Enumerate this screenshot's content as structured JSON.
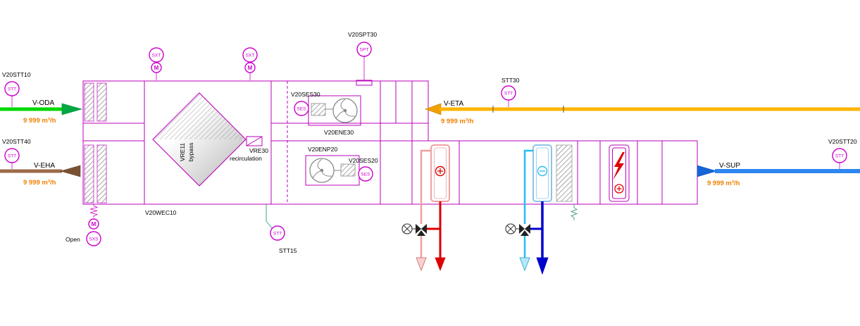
{
  "colors": {
    "magenta": "#BB00BB",
    "green_line": "#00D800",
    "green_arrow": "#00A844",
    "brown_line": "#9C6B49",
    "brown_arrow": "#7A5233",
    "orange_line": "#FFB400",
    "orange_arrow": "#F0A000",
    "orange_text": "#F08000",
    "blue_line": "#2E86F0",
    "blue_arrow": "#1565D8",
    "red": "#DD0000",
    "pink": "#F0A0A0",
    "coil_pink": "#F0A0A0",
    "coil_blue": "#8FC4E6",
    "cyan": "#28BEF0",
    "navy": "#0000CC"
  },
  "streams": {
    "oda": {
      "label": "V-ODA",
      "flow": "9 999 m³/h",
      "sensor_tag": "V20STT10"
    },
    "eha": {
      "label": "V-EHA",
      "flow": "9 999 m³/h",
      "sensor_tag": "V20STT40"
    },
    "eta": {
      "label": "V-ETA",
      "flow": "9 999 m³/h",
      "sensor_tag": "STT30"
    },
    "sup": {
      "label": "V-SUP",
      "flow": "9 999 m³/h",
      "sensor_tag": "V20STT20"
    }
  },
  "labels": {
    "stt": "STT",
    "ses": "SES",
    "spt": "SPT",
    "sxt": "SXT",
    "sxs": "SXS",
    "motor": "M",
    "open": "Open",
    "spt_tag": "V20SPT30",
    "extract_fan_ses": "V20SES30",
    "extract_fan": "V20ENE30",
    "supply_fan": "V20ENP20",
    "supply_fan_ses": "V20SES20",
    "hx_tag": "VRE11",
    "hx_mode": "bypass",
    "recirc_tag": "VRE30",
    "recirc_mode": "recirculation",
    "unit_tag": "V20WEC10",
    "stt15": "STT15"
  }
}
